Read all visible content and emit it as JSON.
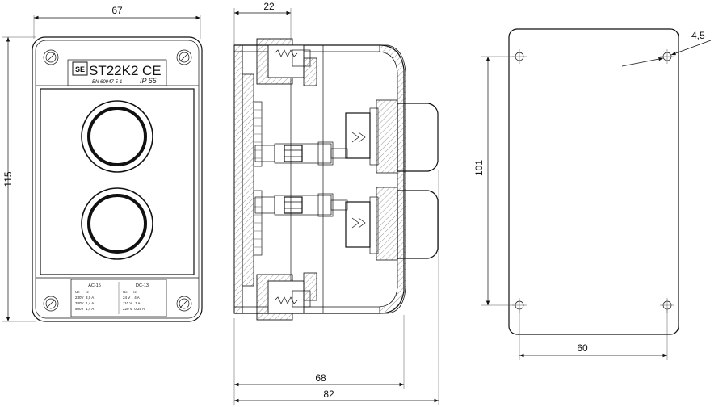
{
  "front_view": {
    "dims": {
      "width": "67",
      "height": "115"
    },
    "nameplate": {
      "model": "ST22K2",
      "ce_mark": "CE",
      "logo": "SE",
      "standard": "EN 60947-5-1",
      "ip_rating": "IP 65"
    },
    "rating_table": {
      "ac_title": "AC-15",
      "dc_title": "DC-13",
      "ac_head": "Ue      Ie",
      "dc_head": "Ue      Ie",
      "ac_rows": [
        "230V  3,0 A",
        "380V  1,4 A",
        "500V  1,4 A"
      ],
      "dc_rows": [
        "24 V    4 A",
        "110 V   1 A",
        "220 V  0,25 A"
      ]
    }
  },
  "side_view": {
    "dims": {
      "top": "22",
      "inner": "68",
      "overall": "82"
    }
  },
  "mounting_view": {
    "dims": {
      "hole_diameter": "4,5",
      "vertical_pitch": "101",
      "horizontal_pitch": "60"
    }
  }
}
